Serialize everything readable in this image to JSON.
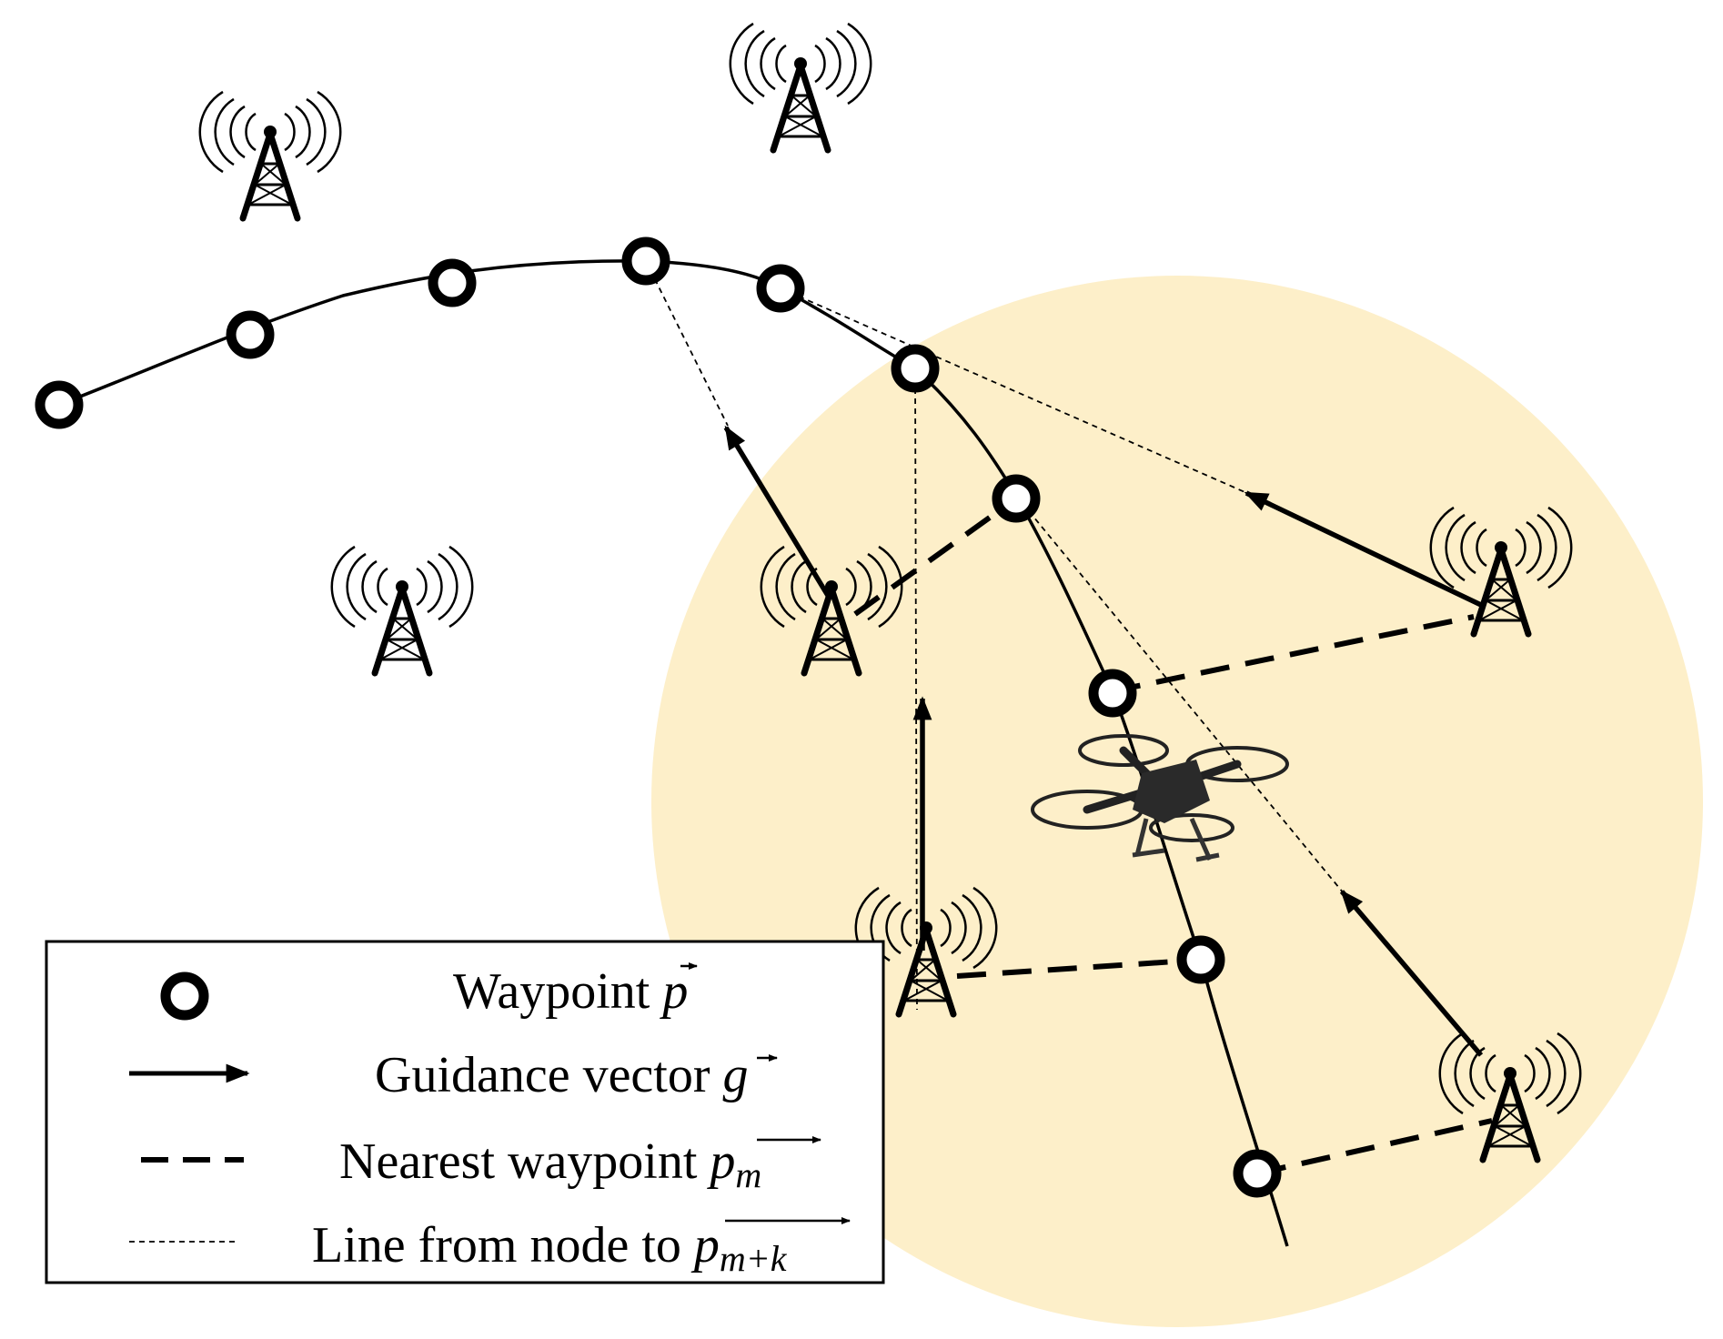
{
  "colors": {
    "coverage_fill": "#fdefc9",
    "stroke": "#000000",
    "waypoint_fill": "#ffffff",
    "legend_background": "#ffffff"
  },
  "icons": {
    "tower": "radio-tower-icon",
    "drone": "quadcopter-drone-icon"
  },
  "legend": {
    "waypoint": {
      "text": "Waypoint ",
      "symbol": "p"
    },
    "guidance": {
      "text": "Guidance vector ",
      "symbol": "g"
    },
    "nearest": {
      "text": "Nearest waypoint ",
      "symbol": "p",
      "subscript": "m"
    },
    "line": {
      "text": "Line from node to ",
      "symbol": "p",
      "subscript": "m+k"
    }
  }
}
